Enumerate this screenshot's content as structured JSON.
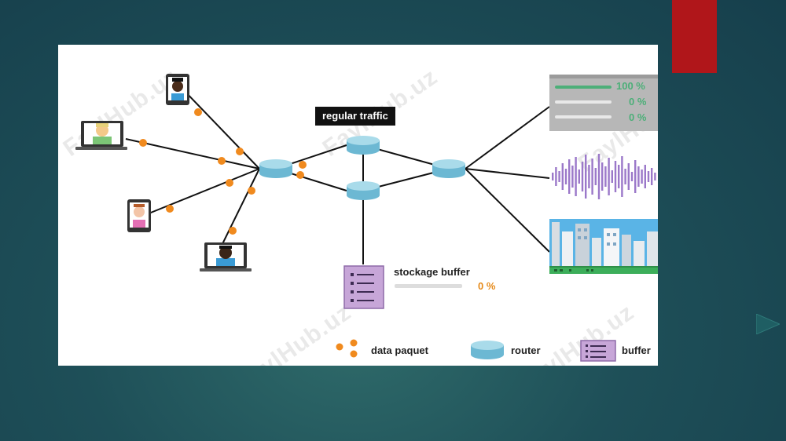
{
  "diagram": {
    "traffic_label": "regular traffic",
    "buffer": {
      "title": "stockage buffer",
      "fill_percent_label": "0 %",
      "fill_fraction": 0
    },
    "streams": [
      {
        "label": "100 %",
        "fraction": 1.0
      },
      {
        "label": "0 %",
        "fraction": 0
      },
      {
        "label": "0 %",
        "fraction": 0
      }
    ],
    "legend": {
      "packet": "data paquet",
      "router": "router",
      "buffer": "buffer"
    },
    "watermark": "FaylHub.uz"
  },
  "colors": {
    "router_top": "#a9dbea",
    "router_side": "#6cb8d3",
    "packet": "#f08a1e",
    "buffer_fill": "#c7a6d8",
    "wave": "#9b78c9",
    "stream_green": "#4caf78",
    "slide_accent": "#b0161a"
  },
  "icons": {
    "device_1": "phone-user-icon",
    "device_2": "laptop-user-icon",
    "device_3": "phone-user-icon",
    "device_4": "laptop-user-icon",
    "outputs": [
      "progress-panel-icon",
      "audio-waveform-icon",
      "video-city-icon"
    ]
  }
}
